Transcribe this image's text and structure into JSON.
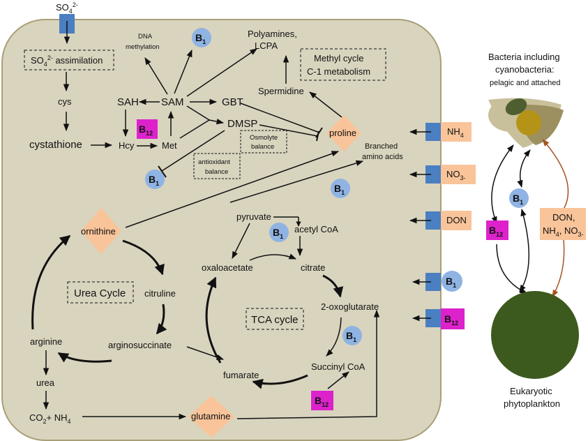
{
  "colors": {
    "cell_fill": "#d9d4be",
    "cell_border": "#a89f78",
    "transporter": "#4a7fc1",
    "b1_fill": "#8fb3e3",
    "b12_fill": "#dd22cc",
    "diamond_fill": "#f9c49a",
    "nutrient_box": "#f9c49a",
    "phyto": "#3d5a1e",
    "bact_outer": "#c8c09a",
    "bact_shape": "#9c9060",
    "bact_dark": "#4f5e2e",
    "bact_gold": "#b59316",
    "exchange_arrow": "#a5531f"
  },
  "labels": {
    "so4_top": "SO",
    "so4_top_sub": "4",
    "so4_top_sup": "2-",
    "so4_box_pre": "SO",
    "so4_box_sub": "4",
    "so4_box_sup": "2-",
    "so4_box_post": " assimilation",
    "cys": "cys",
    "cystathione": "cystathione",
    "hcy": "Hcy",
    "met": "Met",
    "sah": "SAH",
    "sam": "SAM",
    "gbt": "GBT",
    "dmsp": "DMSP",
    "dna_line1": "DNA",
    "dna_line2": "methylation",
    "polyamines_line1": "Polyamines,",
    "polyamines_line2": "LCPA",
    "spermidine": "Spermidine",
    "methyl_line1": "Methyl cycle",
    "methyl_line2": "C-1 metabolism",
    "osmolyte_line1": "Osmolyte",
    "osmolyte_line2": "balance",
    "antiox_line1": "antioxidant",
    "antiox_line2": "balance",
    "proline": "proline",
    "branched_line1": "Branched",
    "branched_line2": "amino acids",
    "ornithine": "ornithine",
    "citruline": "citruline",
    "urea_cycle": "Urea Cycle",
    "arginosuccinate": "arginosuccinate",
    "arginine": "arginine",
    "urea": "urea",
    "co2nh4_a": "CO",
    "co2nh4_b": "2",
    "co2nh4_c": "+ NH",
    "co2nh4_d": "4",
    "glutamine": "glutamine",
    "pyruvate": "pyruvate",
    "acetyl_coa": "acetyl CoA",
    "oxaloacetate": "oxaloacetate",
    "citrate": "citrate",
    "tca_cycle": "TCA cycle",
    "oxoglutarate": "2-oxoglutarate",
    "succinyl_coa": "Succinyl CoA",
    "fumarate": "fumarate",
    "nh4": "NH",
    "nh4_sub": "4",
    "no3": "NO",
    "no3_sub": "3-",
    "don": "DON",
    "b_letter": "B",
    "b1_sub": "1",
    "b12_sub": "12",
    "bact_line1": "Bacteria including",
    "bact_line2": "cyanobacteria:",
    "bact_line3": "pelagic and attached",
    "exchange_line1": "DON,",
    "exchange_line2a": "NH",
    "exchange_line2b": "4",
    "exchange_line2c": ", NO",
    "exchange_line2d": "3-",
    "phyto_line1": "Eukaryotic",
    "phyto_line2": "phytoplankton"
  }
}
